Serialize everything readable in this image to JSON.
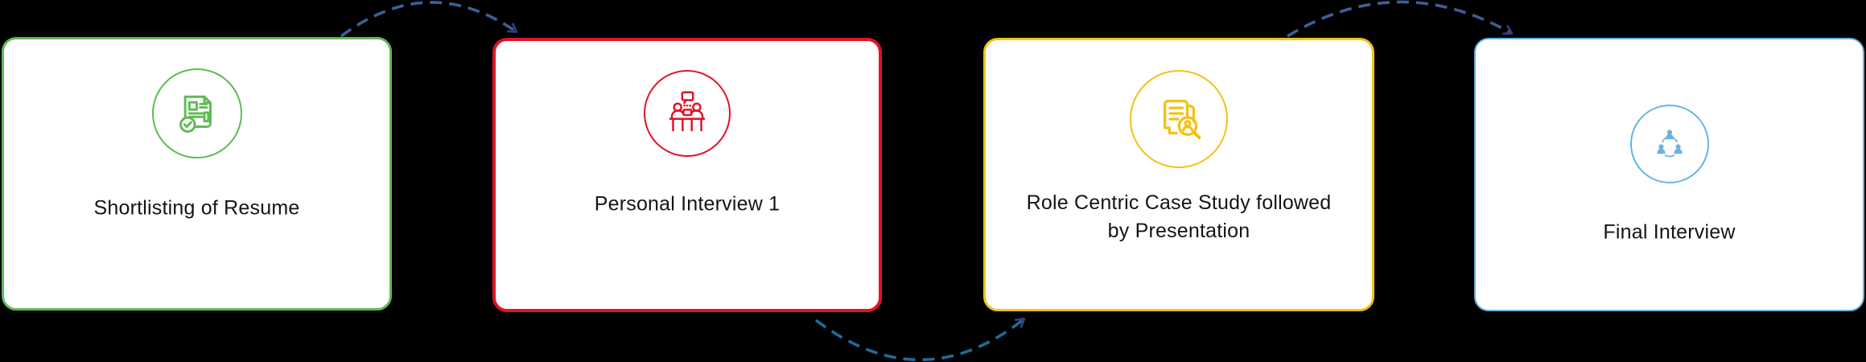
{
  "page": {
    "background": "#000000",
    "card_background": "#ffffff",
    "text_color": "#141414"
  },
  "steps": [
    {
      "label": "Shortlisting of Resume",
      "lines": [
        "Shortlisting of Resume"
      ],
      "color": "#60ba55",
      "icon": "resume-check-icon"
    },
    {
      "label": "Personal Interview 1",
      "lines": [
        "Personal Interview 1"
      ],
      "color": "#e11326",
      "icon": "interview-table-icon"
    },
    {
      "label": "Role Centric Case Study followed by Presentation",
      "lines": [
        "Role Centric Case Study followed",
        "by Presentation"
      ],
      "color": "#f3c212",
      "icon": "case-study-search-icon"
    },
    {
      "label": "Final Interview",
      "lines": [
        "Final Interview"
      ],
      "color": "#6ab2e2",
      "icon": "team-network-icon"
    }
  ],
  "connectors": [
    {
      "from": "Shortlisting of Resume",
      "to": "Personal Interview 1",
      "shape": "dashed-arc-over-top",
      "line_color": "#3d5e97",
      "head_color": "#2e3e7c"
    },
    {
      "from": "Personal Interview 1",
      "to": "Role Centric Case Study followed by Presentation",
      "shape": "dashed-arc-under-bottom",
      "line_color": "#1e6b9c",
      "head_color": "#333f85"
    },
    {
      "from": "Role Centric Case Study followed by Presentation",
      "to": "Final Interview",
      "shape": "dashed-arc-over-top",
      "line_color": "#3d5e97",
      "head_color": "#2e3e7c"
    }
  ]
}
